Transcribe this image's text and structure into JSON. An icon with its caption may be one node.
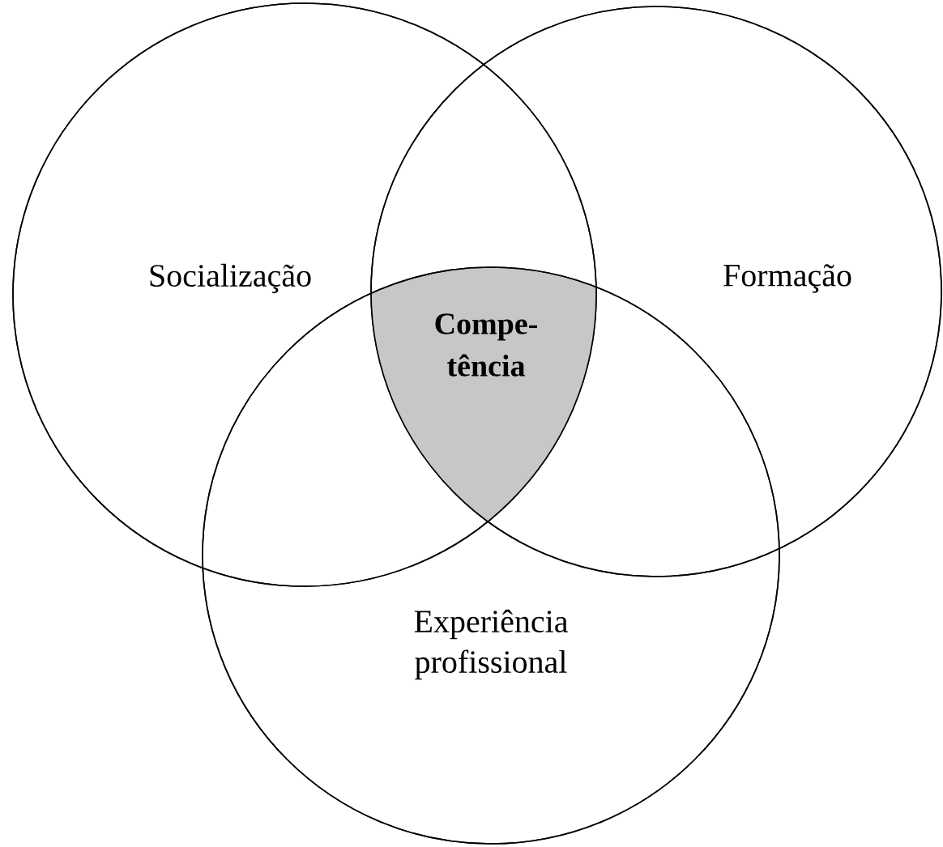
{
  "diagram": {
    "nodes": [
      {
        "text": [
          "Socialização"
        ]
      },
      {
        "text": [
          "Formação"
        ]
      },
      {
        "text": [
          "Compe- tência"
        ]
      },
      {
        "text": [
          "Experiência profissional"
        ]
      }
    ]
  }
}
